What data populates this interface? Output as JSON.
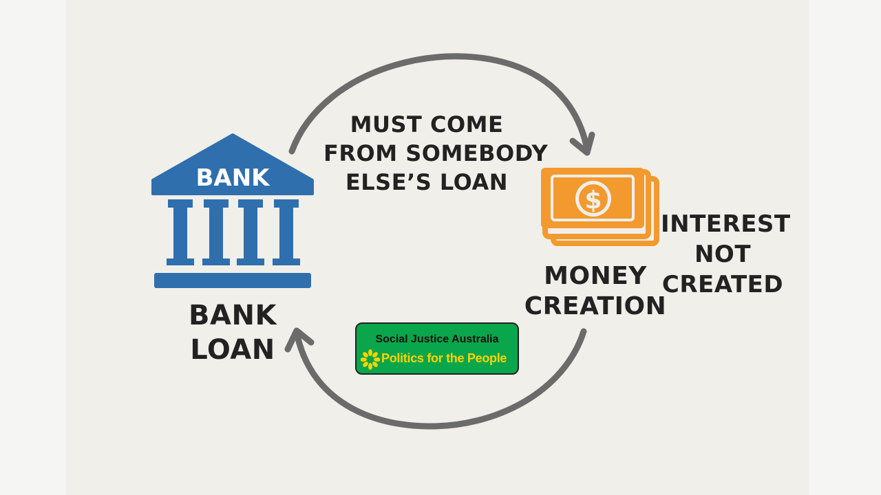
{
  "diagram": {
    "top_label": [
      "MUST COME",
      "FROM SOMEBODY",
      "ELSE’S LOAN"
    ],
    "bank_sign": "BANK",
    "bank_loan_label": [
      "BANK",
      "LOAN"
    ],
    "money_symbol": "$",
    "money_label": [
      "MONEY",
      "CREATION"
    ],
    "interest_label": [
      "INTEREST",
      "NOT",
      "CREATED"
    ]
  },
  "logo": {
    "org": "Social Justice Australia",
    "tagline": "Politics for the People"
  },
  "colors": {
    "bank_blue": "#2f6fad",
    "money_orange": "#f29a2e",
    "arrow_gray": "#6b6b6b",
    "logo_green": "#0aa64b",
    "logo_yellow": "#ffd200"
  },
  "icons": {
    "bank": "bank-building-icon",
    "money": "money-stack-icon",
    "logo_mark": "flower-icon"
  }
}
